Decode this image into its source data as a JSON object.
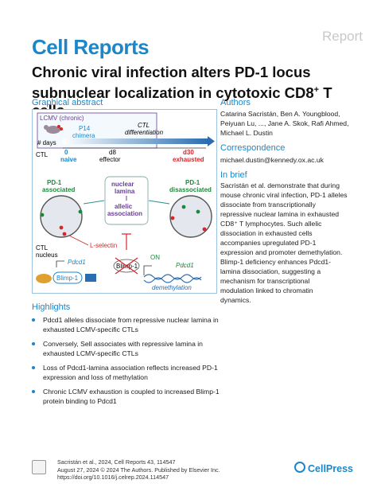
{
  "header": {
    "journal": "Cell Reports",
    "type": "Report"
  },
  "title_main": "Chronic viral infection alters PD-1 locus subnuclear localization in cytotoxic CD8",
  "title_sup": "+",
  "title_end": " T cells",
  "graphical_abstract": {
    "heading": "Graphical abstract",
    "labels": {
      "lcmv": "LCMV (chronic)",
      "p14": "P14",
      "chimera": "chimera",
      "ctl_diff": "CTL",
      "differentiation": "differentiation",
      "days": "# days",
      "ctl": "CTL",
      "d0": "0",
      "naive": "naive",
      "d8": "d8",
      "effector": "effector",
      "d30": "d30",
      "exhausted": "exhausted",
      "pd1_assoc_1": "PD-1",
      "pd1_assoc_2": "associated",
      "pd1_dis_1": "PD-1",
      "pd1_dis_2": "disassociated",
      "nuclear": "nuclear",
      "lamina": "lamina",
      "allelic": "allelic",
      "association": "association",
      "ctl_nucleus_1": "CTL",
      "ctl_nucleus_2": "nucleus",
      "lselectin": "L-selectin",
      "pdcd1_left": "Pdcd1",
      "blimp_left": "Blimp-1",
      "blimp_mid": "Blimp-1",
      "on": "ON",
      "pdcd1_right": "Pdcd1",
      "demethylation": "demethylation"
    },
    "colors": {
      "red": "#d7262b",
      "green": "#1a8a3a",
      "purple": "#6a3d9a",
      "blue": "#1b87c9",
      "teal": "#2a8c8c"
    }
  },
  "authors": {
    "heading": "Authors",
    "text": "Catarina Sacristán, Ben A. Youngblood, Peiyuan Lu, ..., Jane A. Skok, Rafi Ahmed, Michael L. Dustin"
  },
  "correspondence": {
    "heading": "Correspondence",
    "email": "michael.dustin@kennedy.ox.ac.uk"
  },
  "in_brief": {
    "heading": "In brief",
    "lines": [
      "Sacristán et al. demonstrate that during",
      "mouse chronic viral infection, PD-1 alleles",
      "dissociate from transcriptionally",
      "repressive nuclear lamina in exhausted",
      "CD8⁺ T lymphocytes. Such allelic",
      "dissociation in exhausted cells",
      "accompanies upregulated PD-1",
      "expression and promoter demethylation.",
      "Blimp-1 deficiency enhances Pdcd1-",
      "lamina dissociation, suggesting a",
      "mechanism for transcriptional",
      "modulation linked to chromatin",
      "dynamics."
    ]
  },
  "highlights": {
    "heading": "Highlights",
    "items": [
      [
        "Pdcd1 alleles dissociate from repressive nuclear lamina in",
        "exhausted LCMV-specific CTLs"
      ],
      [
        "Conversely, Sell associates with repressive lamina in",
        "exhausted LCMV-specific CTLs"
      ],
      [
        "Loss of Pdcd1-lamina association reflects increased PD-1",
        "expression and loss of methylation"
      ],
      [
        "Chronic LCMV exhaustion is coupled to increased Blimp-1",
        "protein binding to Pdcd1"
      ]
    ]
  },
  "footer": {
    "line1": "Sacristán et al., 2024, Cell Reports 43, 114547",
    "line2": "August 27, 2024 © 2024 The Authors. Published by Elsevier Inc.",
    "line3": "https://doi.org/10.1016/j.celrep.2024.114547",
    "publisher": "CellPress"
  }
}
